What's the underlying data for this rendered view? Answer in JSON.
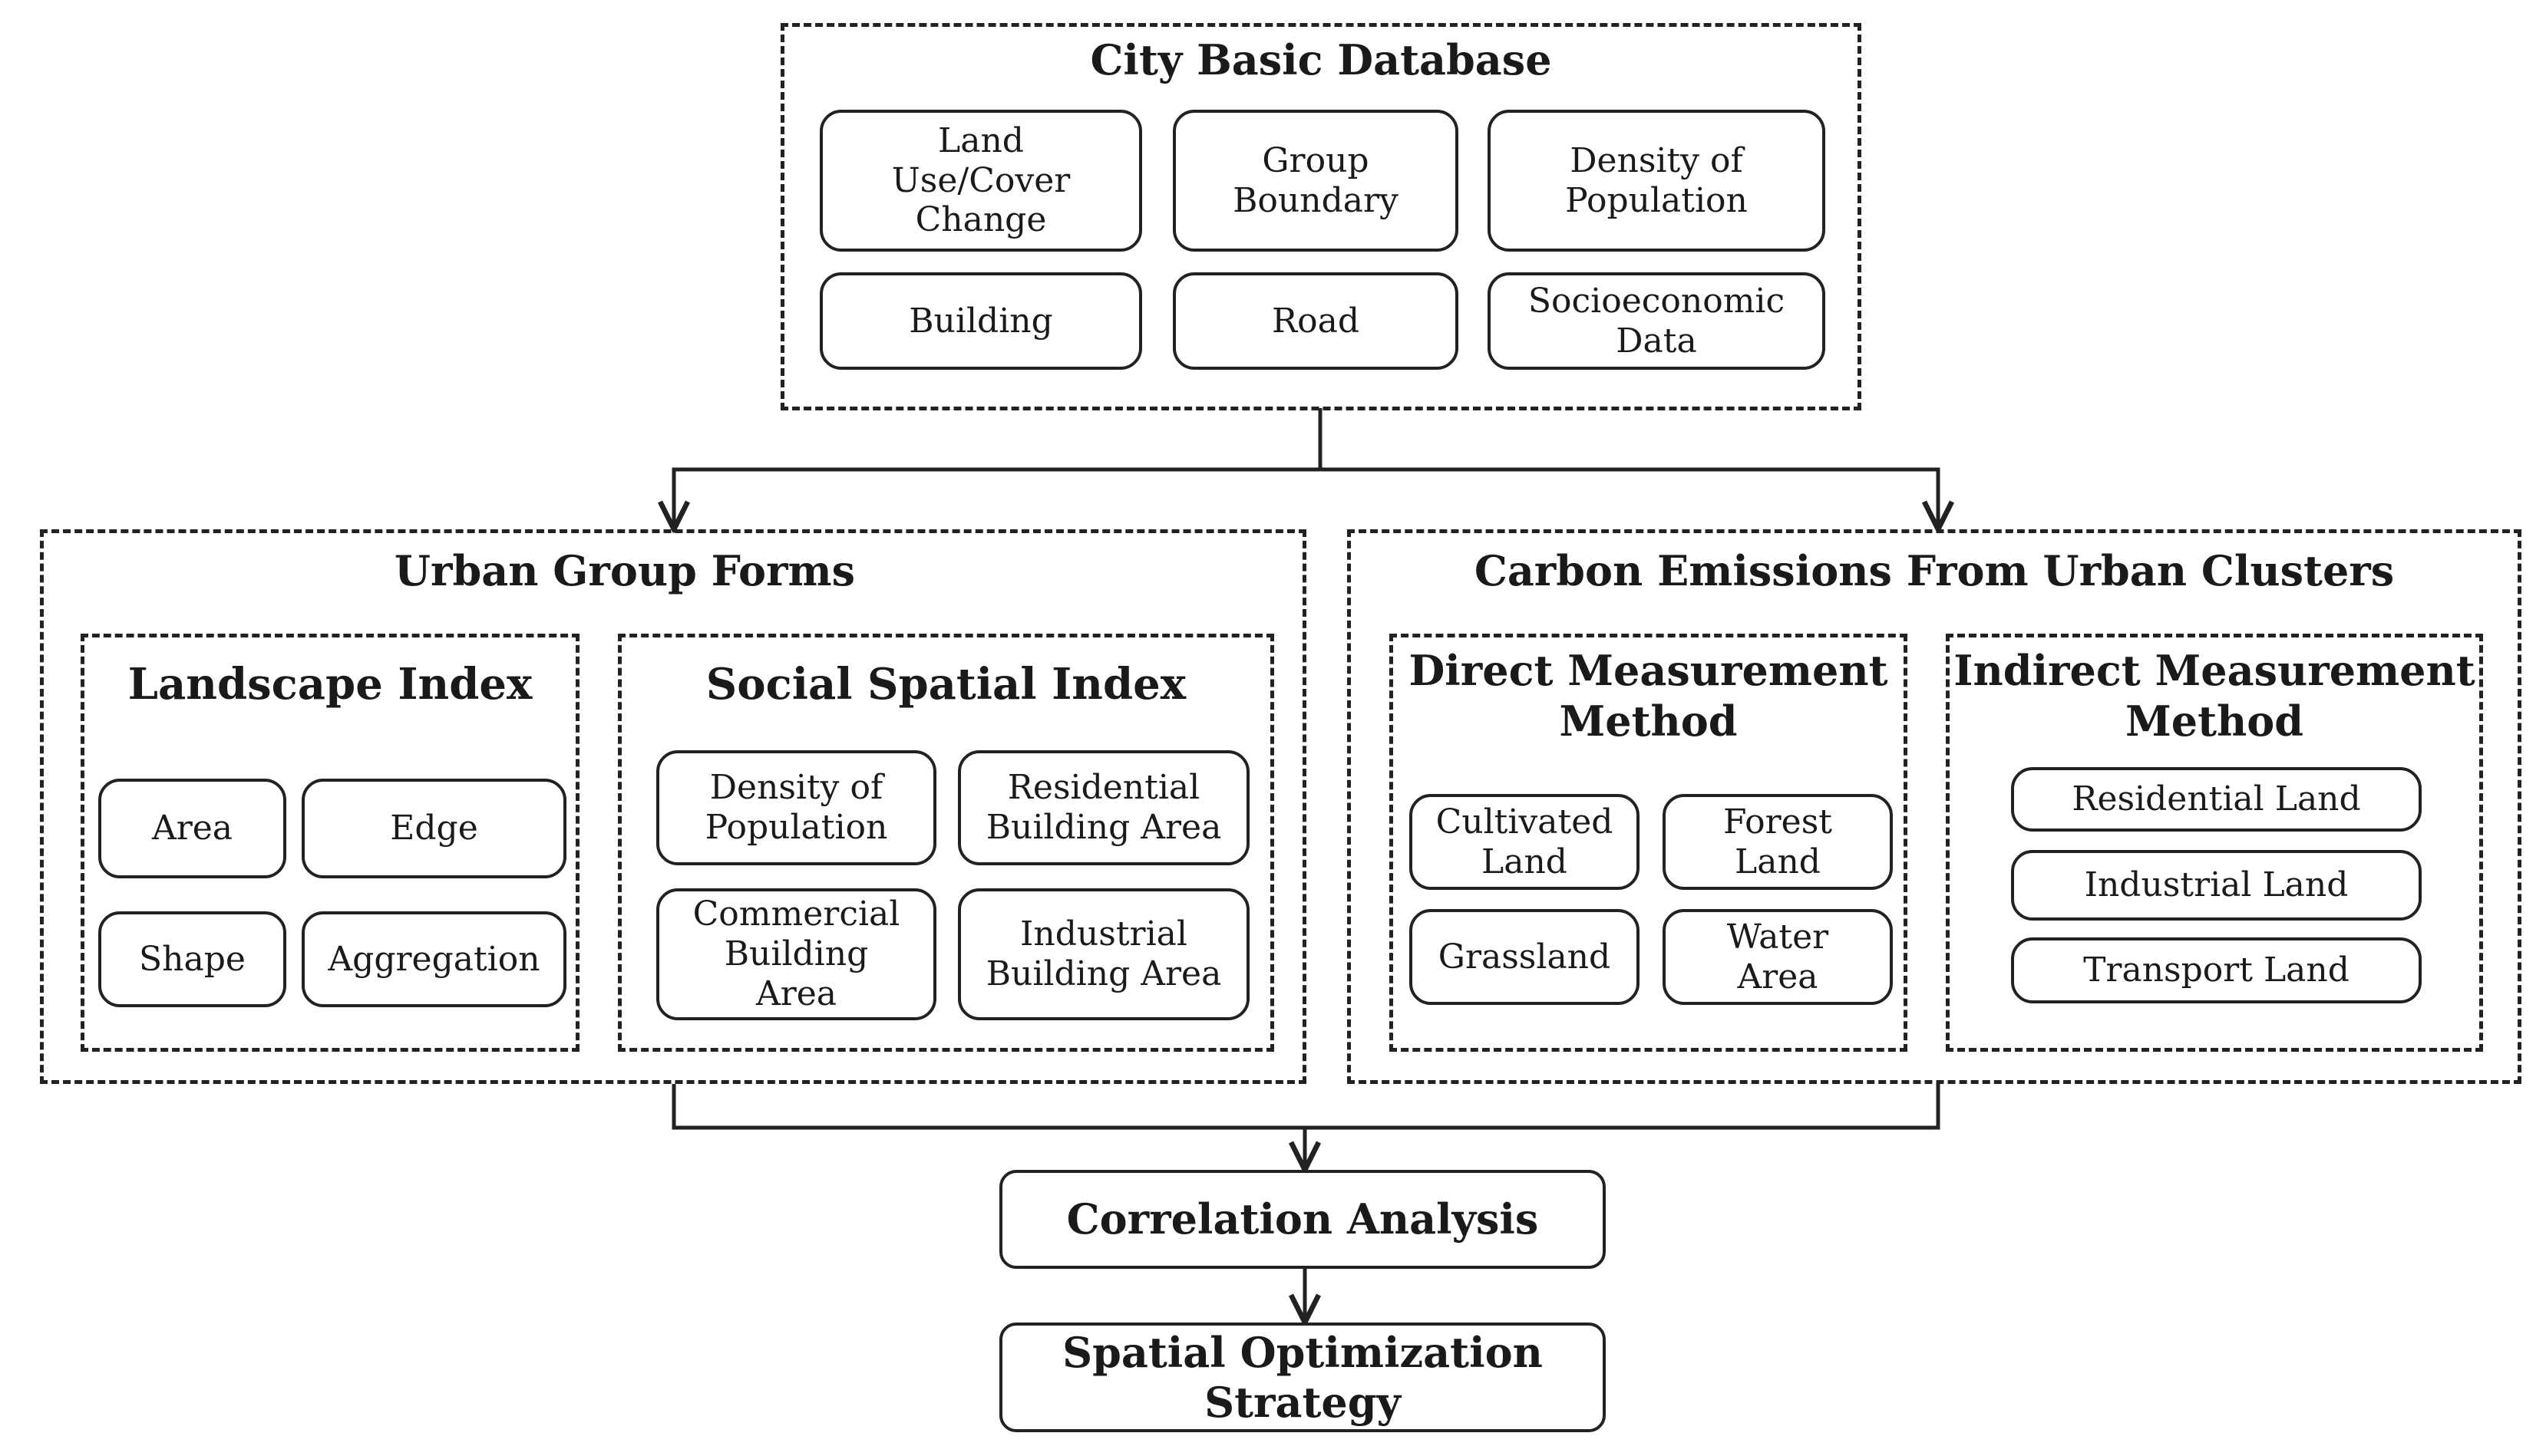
{
  "city_db": {
    "title": "City Basic Database",
    "items": [
      "Land\nUse/Cover\nChange",
      "Group\nBoundary",
      "Density of\nPopulation",
      "Building",
      "Road",
      "Socioeconomic\nData"
    ]
  },
  "forms": {
    "title": "Urban Group Forms",
    "landscape": {
      "title": "Landscape Index",
      "items": [
        "Area",
        "Edge",
        "Shape",
        "Aggregation"
      ]
    },
    "social": {
      "title": "Social Spatial Index",
      "items": [
        "Density of\nPopulation",
        "Residential\nBuilding Area",
        "Commercial\nBuilding\nArea",
        "Industrial\nBuilding Area"
      ]
    }
  },
  "carbon": {
    "title": "Carbon Emissions From Urban Clusters",
    "direct": {
      "title": "Direct Measurement\nMethod",
      "items": [
        "Cultivated\nLand",
        "Forest\nLand",
        "Grassland",
        "Water\nArea"
      ]
    },
    "indirect": {
      "title": "Indirect Measurement\nMethod",
      "items": [
        "Residential Land",
        "Industrial Land",
        "Transport Land"
      ]
    }
  },
  "correlation": "Correlation Analysis",
  "strategy": "Spatial Optimization\nStrategy"
}
